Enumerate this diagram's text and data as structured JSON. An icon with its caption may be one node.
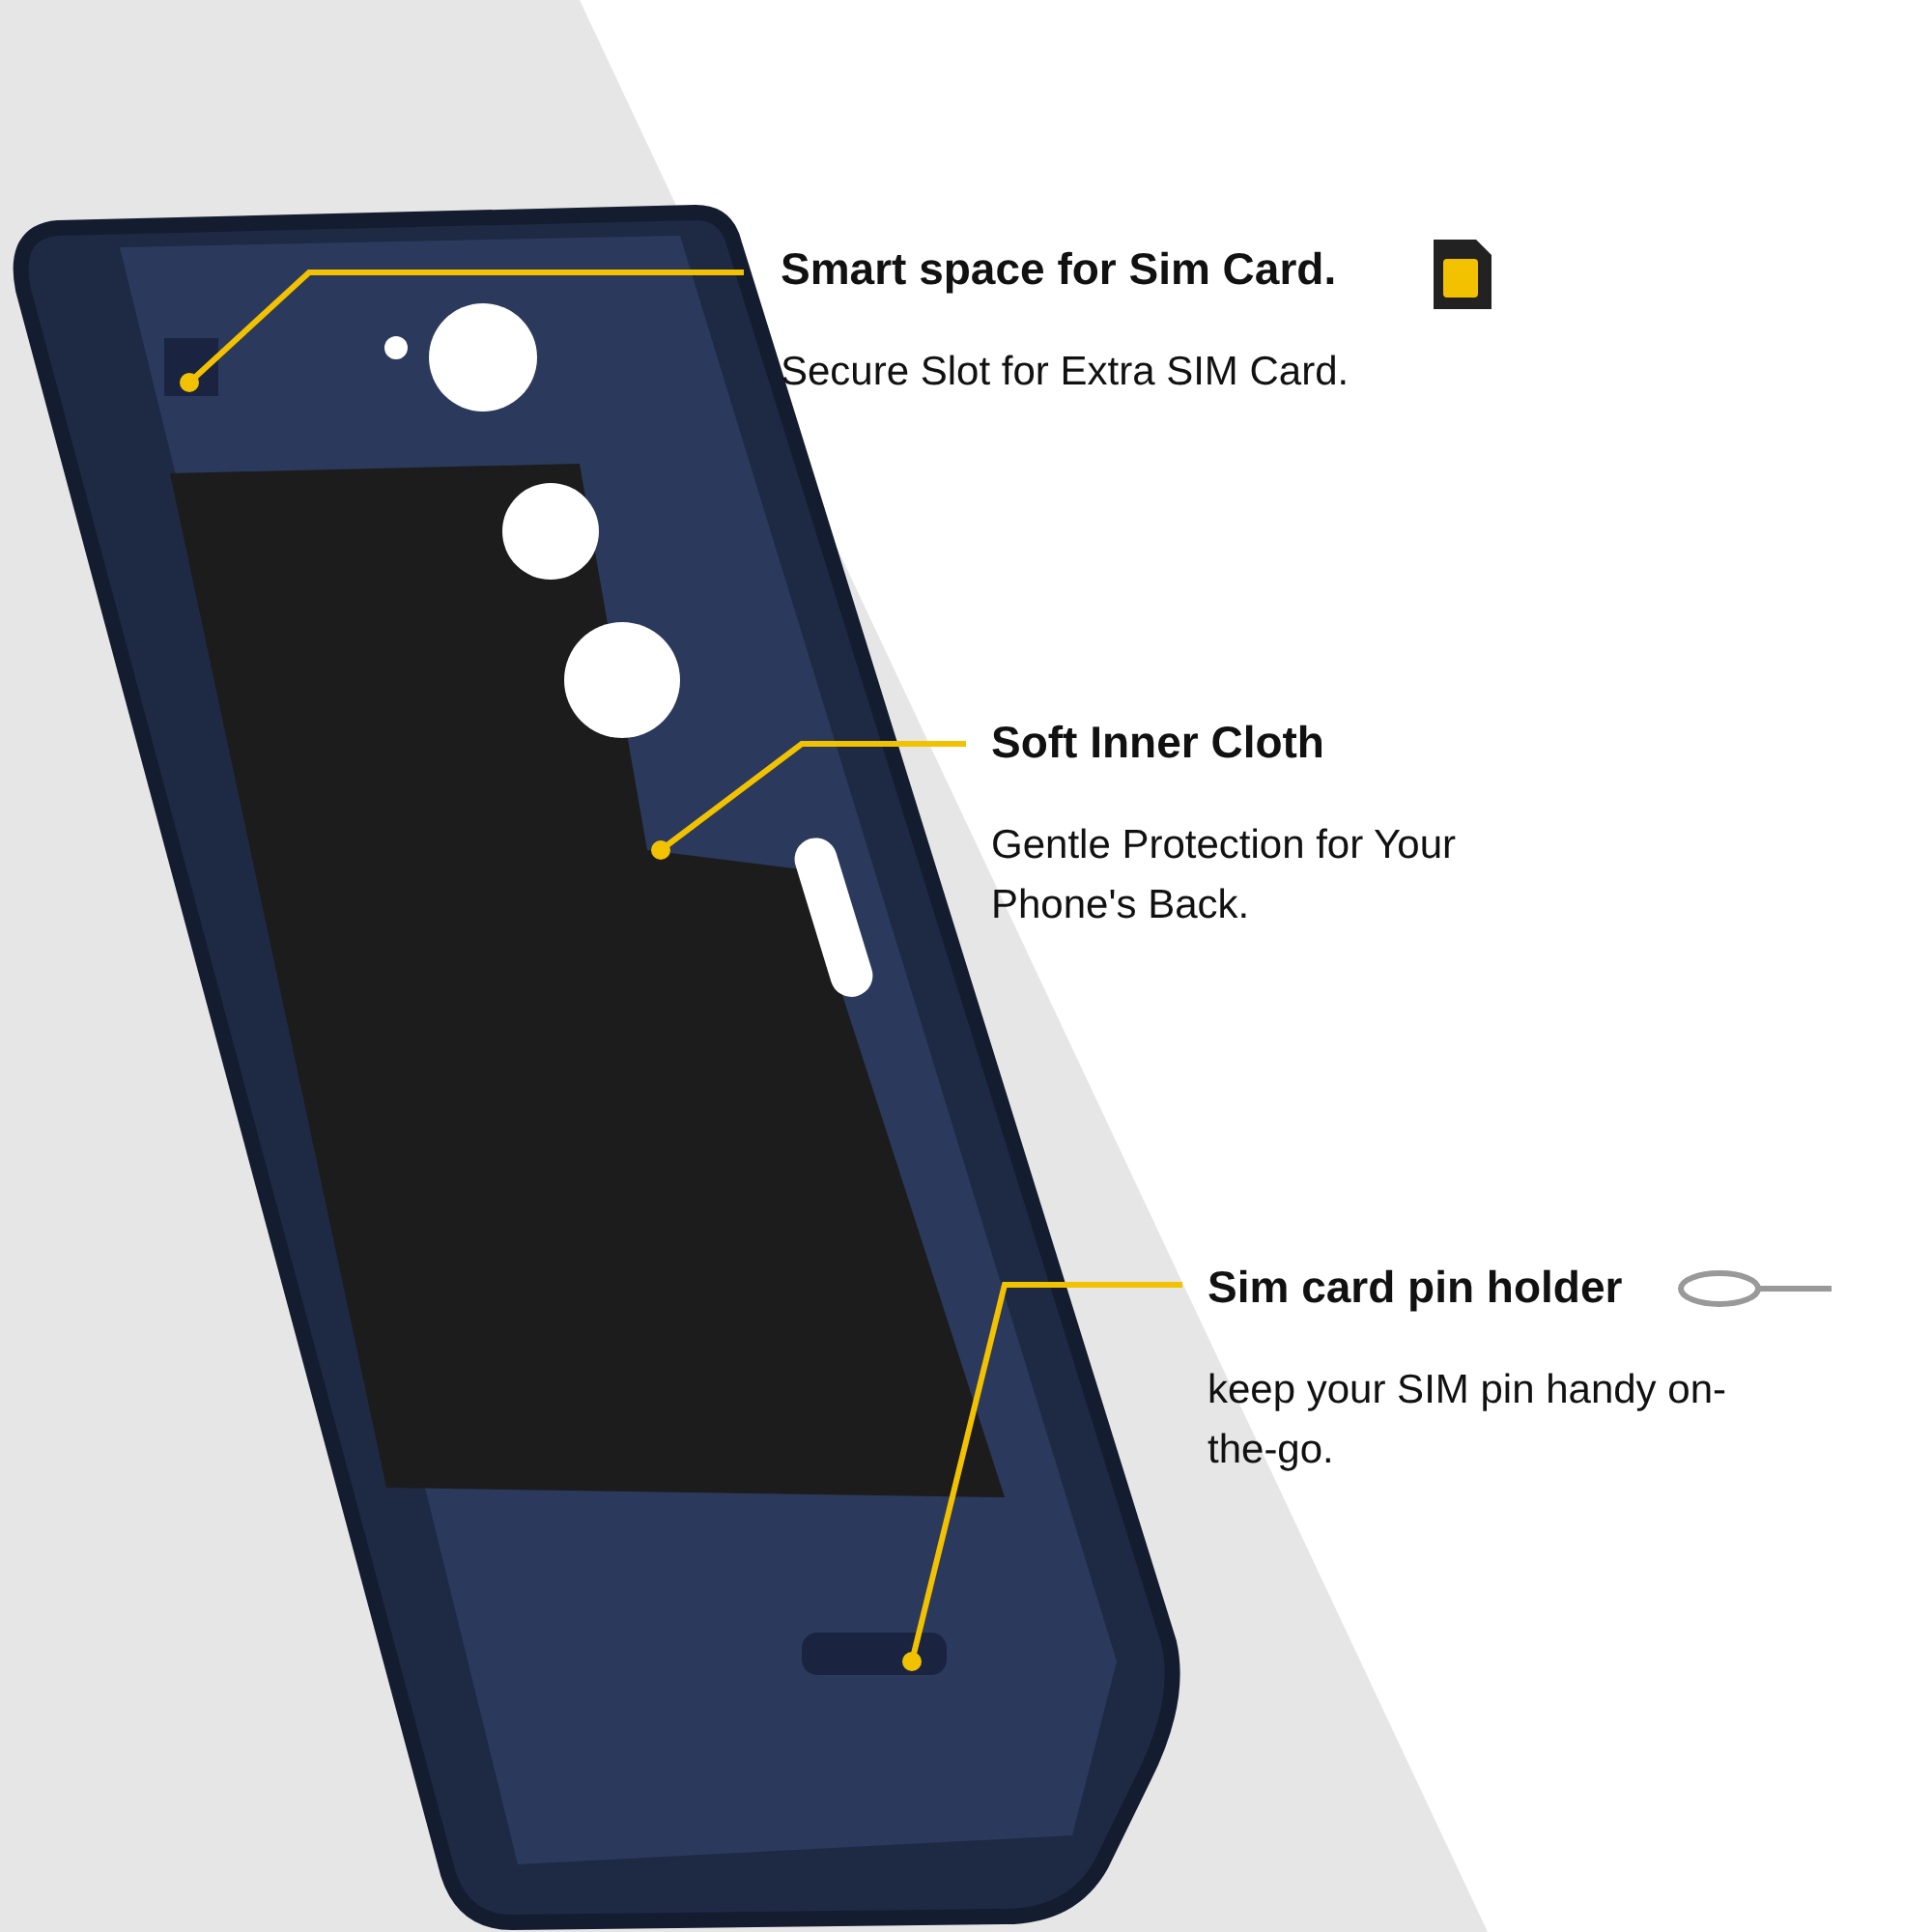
{
  "diagram": {
    "nodes": [
      {
        "text": [
          "Smart space for Sim Card.",
          "Secure Slot for Extra SIM Card."
        ]
      },
      {
        "text": [
          "Soft Inner Cloth",
          "Gentle Protection for Your Phone's Back."
        ]
      },
      {
        "text": [
          "Sim card pin holder",
          "keep your SIM pin handy on-the-go."
        ]
      }
    ],
    "edges": [
      {
        "from": 0,
        "to": null,
        "arrow": "other"
      },
      {
        "from": 1,
        "to": null,
        "arrow": "other"
      },
      {
        "from": 2,
        "to": null,
        "arrow": "other"
      }
    ]
  }
}
